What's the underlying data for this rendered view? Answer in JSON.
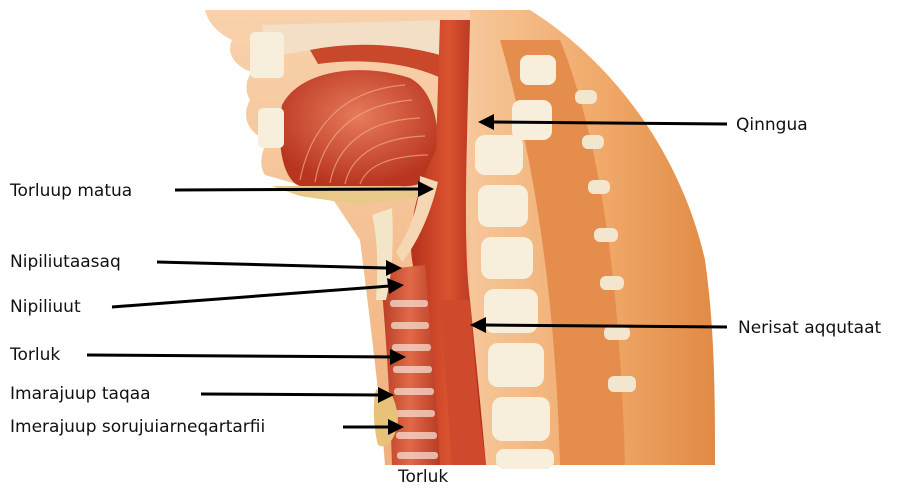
{
  "labels": {
    "qinngua": "Qinngua",
    "torluup_matua": "Torluup matua",
    "nipiliutaasaq": "Nipiliutaasaq",
    "nipiliuut": "Nipiliuut",
    "nerisat_aqqutaat": "Nerisat aqqutaat",
    "torluk_left": "Torluk",
    "imarajuup_taqaa": "Imarajuup taqaa",
    "imerajuup_sorujuiarneqartarfii": "Imerajuup sorujuiarneqartarfii",
    "torluk_bottom": "Torluk"
  },
  "colors": {
    "skin": "#f3b27a",
    "skin_dark": "#e27f3a",
    "muscle": "#c8432b",
    "bone": "#f7efdc",
    "arrow": "#000000"
  }
}
